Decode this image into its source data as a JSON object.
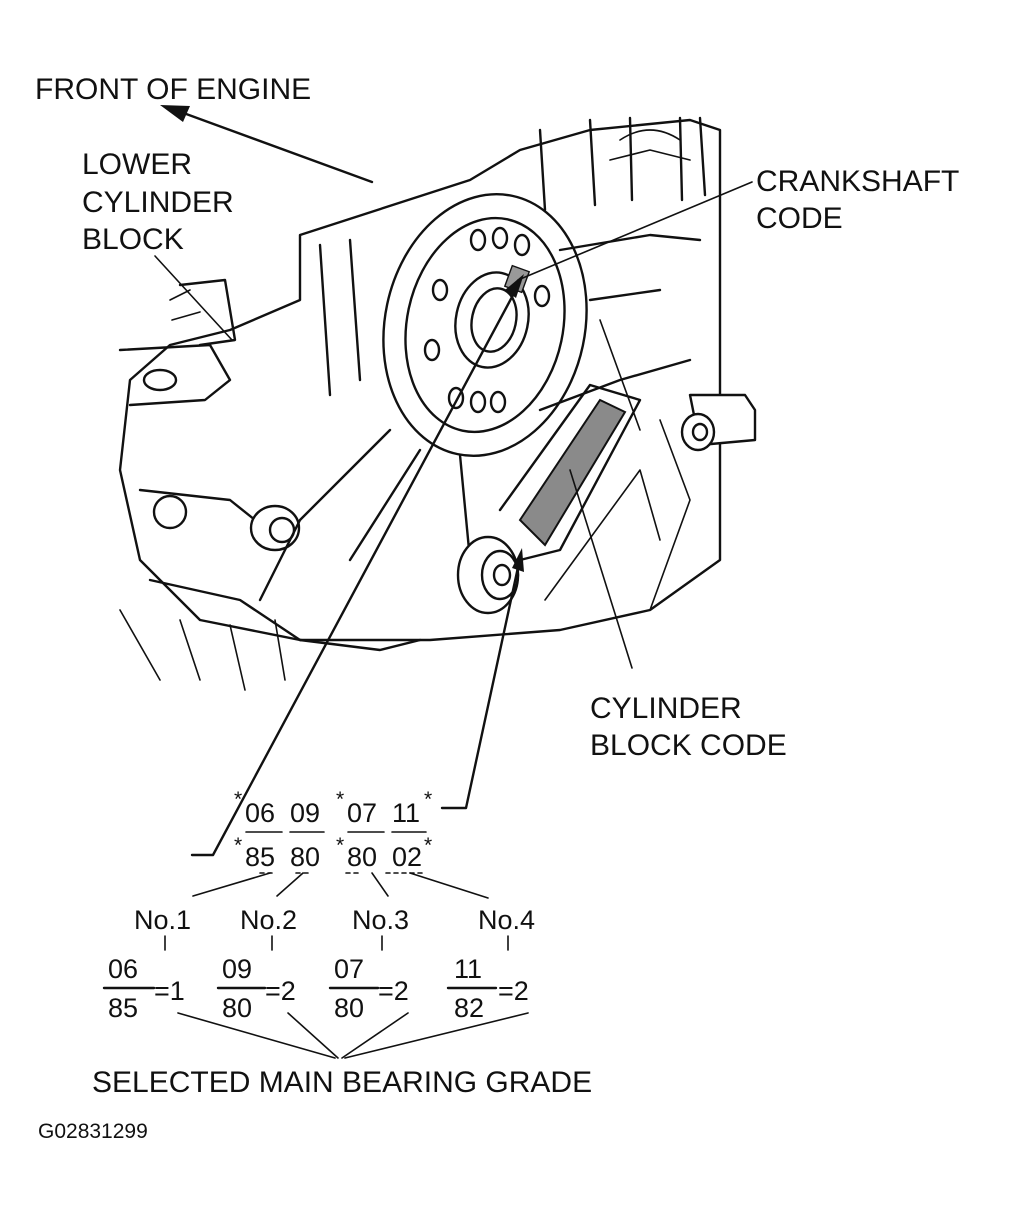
{
  "labels": {
    "front_of_engine": "FRONT OF ENGINE",
    "lower_cylinder_block": [
      "LOWER",
      "CYLINDER",
      "BLOCK"
    ],
    "crankshaft_code": [
      "CRANKSHAFT",
      "CODE"
    ],
    "cylinder_block_code": [
      "CYLINDER",
      "BLOCK CODE"
    ],
    "selected_grade": "SELECTED MAIN BEARING GRADE",
    "figure_id": "G02831299"
  },
  "code_block": {
    "top_row": {
      "lead": "*",
      "a": "06",
      "b": "09",
      "mid_star": "*",
      "c": "07",
      "d": "11",
      "tail": "*"
    },
    "bottom_row": {
      "lead": "*",
      "a": "85",
      "b": "80",
      "mid_star": "*",
      "c": "80",
      "d": "02",
      "tail": "*"
    }
  },
  "bearings": [
    {
      "label": "No.1",
      "numerator": "06",
      "denominator": "85",
      "grade": "=1"
    },
    {
      "label": "No.2",
      "numerator": "09",
      "denominator": "80",
      "grade": "=2"
    },
    {
      "label": "No.3",
      "numerator": "07",
      "denominator": "80",
      "grade": "=2"
    },
    {
      "label": "No.4",
      "numerator": "11",
      "denominator": "82",
      "grade": "=2"
    }
  ]
}
